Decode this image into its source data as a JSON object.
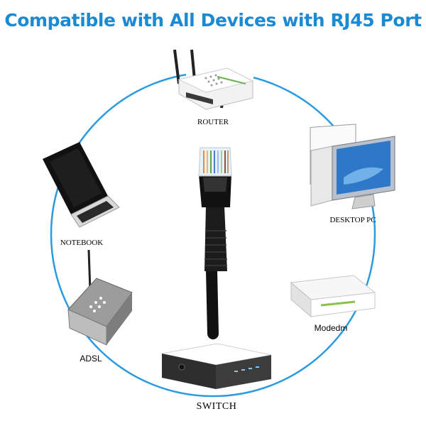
{
  "title": "Compatible with All Devices with RJ45 Port",
  "colors": {
    "title": "#1a8ad4",
    "ring": "#2a9be0"
  },
  "devices": {
    "router": {
      "label": "ROUTER",
      "icon": "router-icon"
    },
    "desktop": {
      "label": "DESKTOP PC",
      "icon": "desktop-pc-icon"
    },
    "modem": {
      "label": "Modedm",
      "icon": "modem-icon"
    },
    "switch": {
      "label": "SWITCH",
      "icon": "switch-icon"
    },
    "adsl": {
      "label": "ADSL",
      "icon": "adsl-modem-icon"
    },
    "notebook": {
      "label": "NOTEBOOK",
      "icon": "notebook-icon"
    }
  },
  "center": {
    "icon": "rj45-cable-icon"
  }
}
